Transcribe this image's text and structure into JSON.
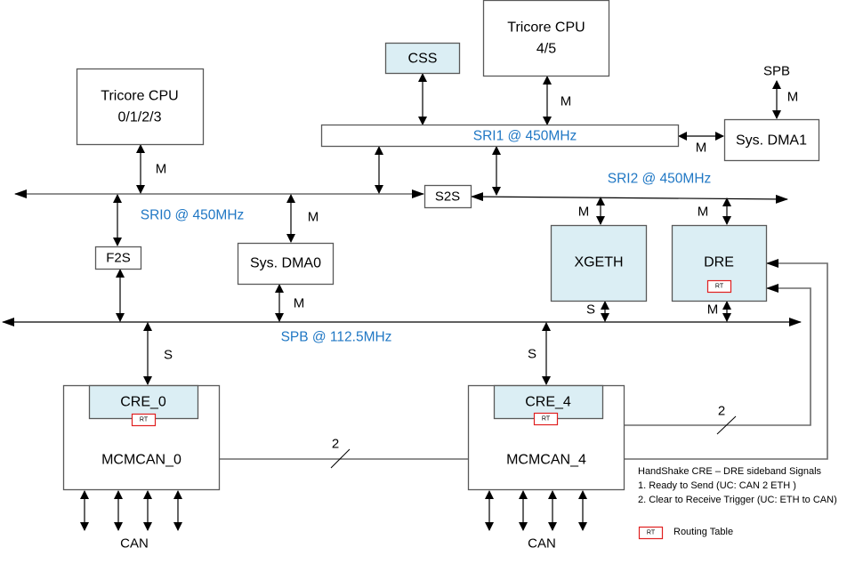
{
  "diagram": {
    "blocks": {
      "cpu0123": {
        "line1": "Tricore CPU",
        "line2": "0/1/2/3"
      },
      "cpu45": {
        "line1": "Tricore CPU",
        "line2": "4/5"
      },
      "css": {
        "label": "CSS"
      },
      "sysdma1": {
        "label": "Sys. DMA1"
      },
      "sysdma0": {
        "label": "Sys. DMA0"
      },
      "s2s": {
        "label": "S2S"
      },
      "f2s": {
        "label": "F2S"
      },
      "xgeth": {
        "label": "XGETH"
      },
      "dre": {
        "label": "DRE"
      },
      "mcmcan0": {
        "label": "MCMCAN_0"
      },
      "mcmcan4": {
        "label": "MCMCAN_4"
      },
      "cre0": {
        "label": "CRE_0"
      },
      "cre4": {
        "label": "CRE_4"
      }
    },
    "buses": {
      "sri0": "SRI0 @ 450MHz",
      "sri1": "SRI1 @ 450MHz",
      "sri2": "SRI2 @ 450MHz",
      "spb": "SPB @ 112.5MHz"
    },
    "port_labels": {
      "master": "M",
      "slave": "S",
      "spb_top": "SPB",
      "can": "CAN",
      "bus_width": "2"
    },
    "rt_badge": "RT",
    "legend": {
      "title": "HandShake CRE – DRE sideband Signals",
      "items": [
        "1. Ready to Send (UC: CAN 2 ETH )",
        "2. Clear to Receive Trigger (UC: ETH to CAN)"
      ],
      "rt_label": "Routing Table"
    },
    "colors": {
      "block_fill_blue": "#dbeef4",
      "bus_label_blue": "#1f77c4",
      "routing_table_red": "#e02020"
    }
  }
}
